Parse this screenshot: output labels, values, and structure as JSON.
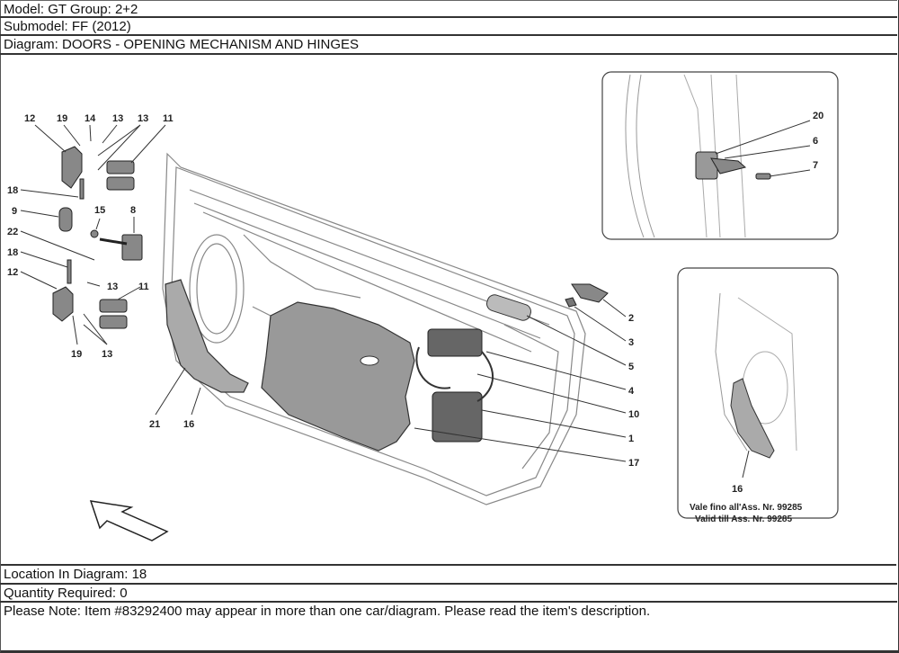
{
  "header": {
    "model": "Model: GT Group: 2+2",
    "submodel": "Submodel: FF (2012)",
    "diagram": "Diagram: DOORS - OPENING MECHANISM AND HINGES"
  },
  "diagram": {
    "callouts": {
      "c12a": "12",
      "c19a": "19",
      "c14": "14",
      "c13a": "13",
      "c13b": "13",
      "c11a": "11",
      "c18a": "18",
      "c9": "9",
      "c15": "15",
      "c8": "8",
      "c22": "22",
      "c18b": "18",
      "c12b": "12",
      "c13c": "13",
      "c11b": "11",
      "c19b": "19",
      "c13d": "13",
      "c21": "21",
      "c16": "16",
      "c2": "2",
      "c3": "3",
      "c5": "5",
      "c4": "4",
      "c10": "10",
      "c1": "1",
      "c17": "17"
    },
    "inset_top": {
      "c20": "20",
      "c6": "6",
      "c7": "7"
    },
    "inset_bottom": {
      "c16": "16",
      "caption_it": "Vale fino all'Ass. Nr. 99285",
      "caption_en": "Valid till Ass. Nr. 99285"
    }
  },
  "footer": {
    "location": "Location In Diagram: 18",
    "quantity": "Quantity Required: 0",
    "note": "Please Note: Item #83292400 may appear in more than one car/diagram. Please read the item's description."
  }
}
